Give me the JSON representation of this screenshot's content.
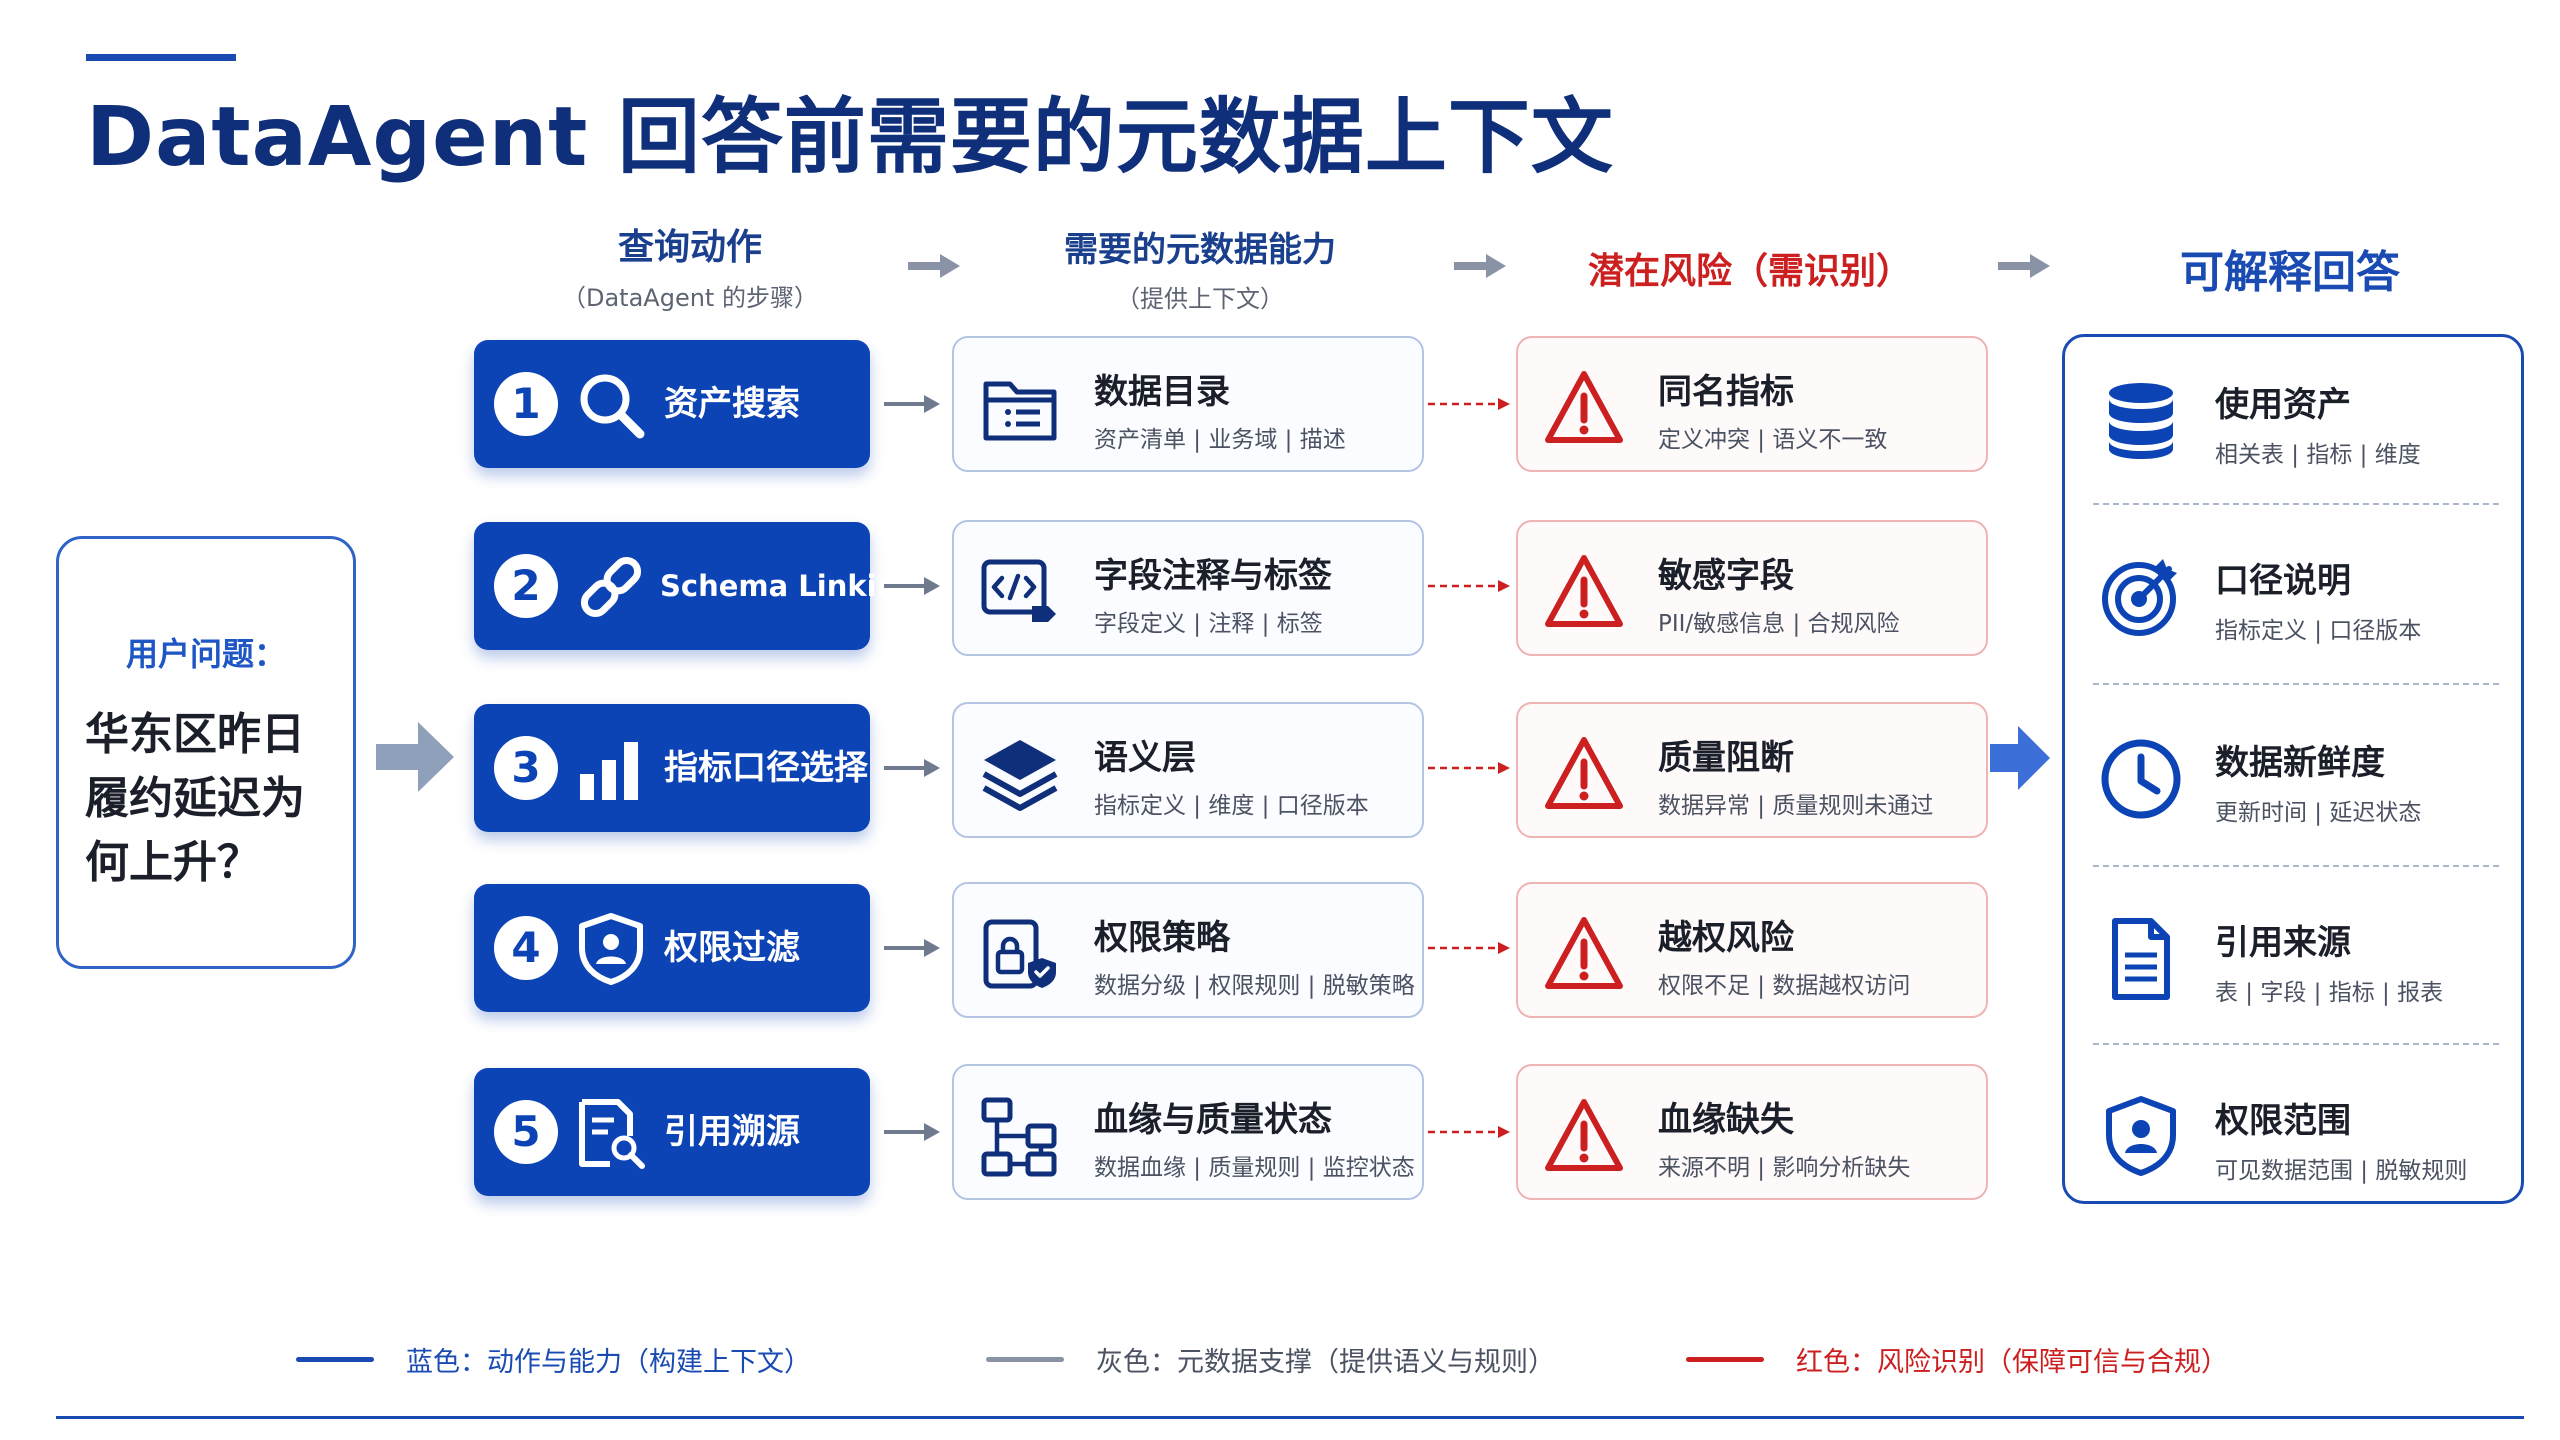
{
  "title": "DataAgent 回答前需要的元数据上下文",
  "headers": {
    "actions": {
      "title": "查询动作",
      "sub": "（DataAgent 的步骤）"
    },
    "meta": {
      "title": "需要的元数据能力",
      "sub": "（提供上下文）"
    },
    "risk": {
      "title": "潜在风险（需识别）"
    },
    "answer": {
      "title": "可解释回答"
    }
  },
  "question": {
    "label": "用户问题：",
    "text": "华东区昨日履约延迟为何上升？"
  },
  "actions": [
    {
      "num": "1",
      "label": "资产搜索",
      "icon": "search-icon"
    },
    {
      "num": "2",
      "label": "Schema Linking",
      "icon": "link-icon"
    },
    {
      "num": "3",
      "label": "指标口径选择",
      "icon": "bar-chart-icon"
    },
    {
      "num": "4",
      "label": "权限过滤",
      "icon": "shield-user-icon"
    },
    {
      "num": "5",
      "label": "引用溯源",
      "icon": "document-search-icon"
    }
  ],
  "meta": [
    {
      "title": "数据目录",
      "desc": "资产清单 | 业务域 | 描述",
      "icon": "folder-list-icon"
    },
    {
      "title": "字段注释与标签",
      "desc": "字段定义 | 注释 | 标签",
      "icon": "code-tag-icon"
    },
    {
      "title": "语义层",
      "desc": "指标定义 | 维度 | 口径版本",
      "icon": "layers-icon"
    },
    {
      "title": "权限策略",
      "desc": "数据分级 | 权限规则 | 脱敏策略",
      "icon": "lock-shield-icon"
    },
    {
      "title": "血缘与质量状态",
      "desc": "数据血缘 | 质量规则 | 监控状态",
      "icon": "lineage-icon"
    }
  ],
  "risks": [
    {
      "title": "同名指标",
      "desc": "定义冲突 | 语义不一致",
      "icon": "warning-icon"
    },
    {
      "title": "敏感字段",
      "desc": "PII/敏感信息 | 合规风险",
      "icon": "warning-icon"
    },
    {
      "title": "质量阻断",
      "desc": "数据异常 | 质量规则未通过",
      "icon": "warning-icon"
    },
    {
      "title": "越权风险",
      "desc": "权限不足 | 数据越权访问",
      "icon": "warning-icon"
    },
    {
      "title": "血缘缺失",
      "desc": "来源不明 | 影响分析缺失",
      "icon": "warning-icon"
    }
  ],
  "answers": [
    {
      "title": "使用资产",
      "desc": "相关表 | 指标 | 维度",
      "icon": "database-icon"
    },
    {
      "title": "口径说明",
      "desc": "指标定义 | 口径版本",
      "icon": "target-icon"
    },
    {
      "title": "数据新鲜度",
      "desc": "更新时间 | 延迟状态",
      "icon": "clock-icon"
    },
    {
      "title": "引用来源",
      "desc": "表 | 字段 | 指标 | 报表",
      "icon": "document-icon"
    },
    {
      "title": "权限范围",
      "desc": "可见数据范围 | 脱敏规则",
      "icon": "shield-user-icon"
    }
  ],
  "legend": [
    {
      "text": "蓝色：动作与能力（构建上下文）",
      "color": "#1a4bb3"
    },
    {
      "text": "灰色：元数据支撑（提供语义与规则）",
      "color": "#8a93a6"
    },
    {
      "text": "红色：风险识别（保障可信与合规）",
      "color": "#cc1f1f"
    }
  ],
  "colors": {
    "primary": "#0c43b5",
    "risk": "#cc1f1f",
    "gray": "#8a93a6"
  }
}
